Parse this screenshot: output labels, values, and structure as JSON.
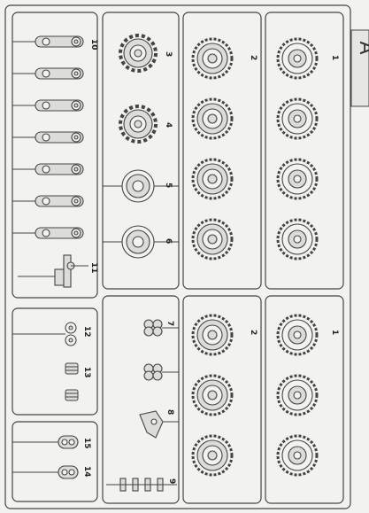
{
  "sprue": {
    "letter": "A",
    "part_numbers": {
      "p1": "1",
      "p2": "2",
      "p3": "3",
      "p4": "4",
      "p5": "5",
      "p6": "6",
      "p7": "7",
      "p8": "8",
      "p9": "9",
      "p10": "10",
      "p11": "11",
      "p12": "12",
      "p13": "13",
      "p14": "14",
      "p15": "15"
    },
    "colors": {
      "paper": "#f2f2f0",
      "line": "#444444",
      "fill": "#dcdcd8"
    }
  }
}
